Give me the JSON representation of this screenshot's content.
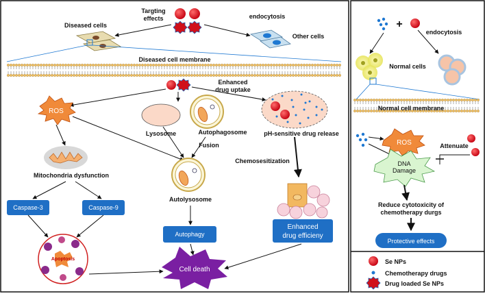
{
  "left": {
    "targeting": "Targting\neffects",
    "endocytosis": "endocytosis",
    "diseased_cells": "Diseased cells",
    "other_cells": "Other cells",
    "diseased_membrane": "Diseased cell membrane",
    "enhanced_uptake": "Enhanced\ndrug uptake",
    "ros": "ROS",
    "lysosome": "Lysosome",
    "autophagosome": "Autophagosome",
    "fusion": "Fusion",
    "ph_release": "pH-sensitive drug release",
    "chemosensitization": "Chemosesitization",
    "mito_dysfunction": "Mitochondria dysfunction",
    "caspase3": "Caspase-3",
    "caspase9": "Caspase-9",
    "autolysosome": "Autolysosome",
    "autophagy": "Autophagy",
    "enhanced_efficiency": "Enhanced\ndrug efficieny",
    "apoptosis": "Apoptosis",
    "cell_death": "Cell death"
  },
  "right": {
    "endocytosis": "endocytosis",
    "plus": "+",
    "normal_cells": "Normal cells",
    "normal_membrane": "Normal cell membrane",
    "ros": "ROS",
    "dna_damage": "DNA\nDamage",
    "attenuate": "Attenuate",
    "reduce": "Reduce cytotoxicity of\nchemotherapy durgs",
    "protective": "Protective effects"
  },
  "legend": {
    "items": [
      "Se NPs",
      "Chemotherapy drugs",
      "Drug loaded Se NPs"
    ]
  },
  "colors": {
    "se_np": "#e8141e",
    "drug_dot": "#1e78d2",
    "box_blue": "#1f6fc5",
    "ros_orange": "#f08a3a",
    "cell_death_purple": "#7a1fa2",
    "dna_green": "#d9f5d0"
  }
}
